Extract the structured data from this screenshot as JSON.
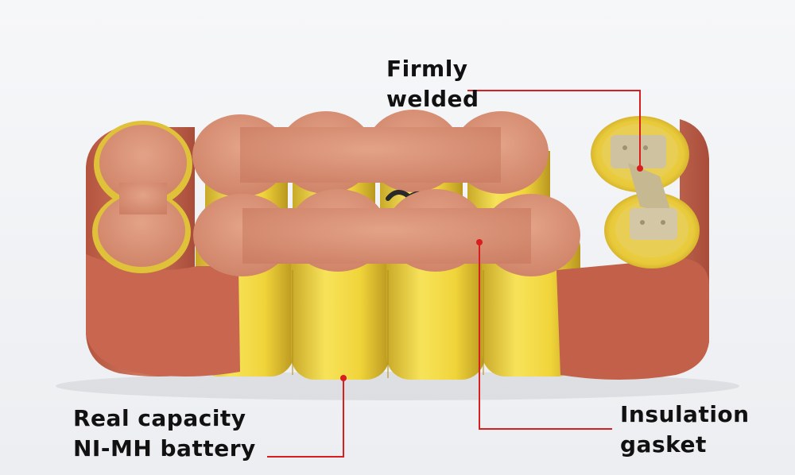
{
  "callouts": {
    "welded": {
      "line1": "Firmly",
      "line2": "welded"
    },
    "capacity": {
      "line1": "Real capacity",
      "line2": "NI-MH battery"
    },
    "gasket": {
      "line1": "Insulation",
      "line2": "gasket"
    }
  },
  "colors": {
    "leader": "#d81e1e",
    "cell_yellow": "#f2d83a",
    "gasket": "#d98f72",
    "wrap": "#c4664f",
    "nickel_tab": "#cfc2a0"
  }
}
